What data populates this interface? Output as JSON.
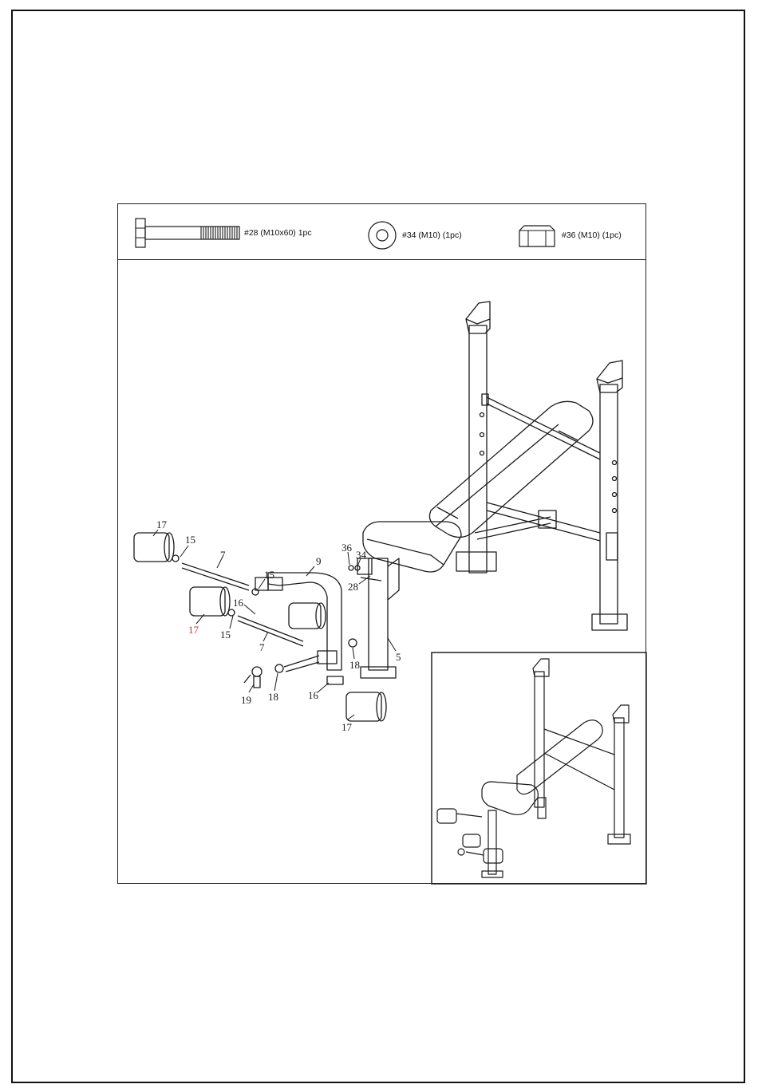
{
  "hardware": [
    {
      "icon": "bolt-icon",
      "label": "#28 (M10x60) 1pc"
    },
    {
      "icon": "washer-icon",
      "label": "#34 (M10)  (1pc)"
    },
    {
      "icon": "nut-icon",
      "label": "#36 (M10)  (1pc)"
    }
  ],
  "callouts": {
    "c17a": "17",
    "c15a": "15",
    "c7a": "7",
    "c15b": "15",
    "c9": "9",
    "c36": "36",
    "c34": "34",
    "c28": "28",
    "c16a": "16",
    "c17b": "17",
    "c15c": "15",
    "c7b": "7",
    "c5": "5",
    "c18a": "18",
    "c19": "19",
    "c18b": "18",
    "c16b": "16",
    "c17c": "17"
  },
  "colors": {
    "line": "#1a1a1a",
    "accent_red": "#c0392b"
  }
}
